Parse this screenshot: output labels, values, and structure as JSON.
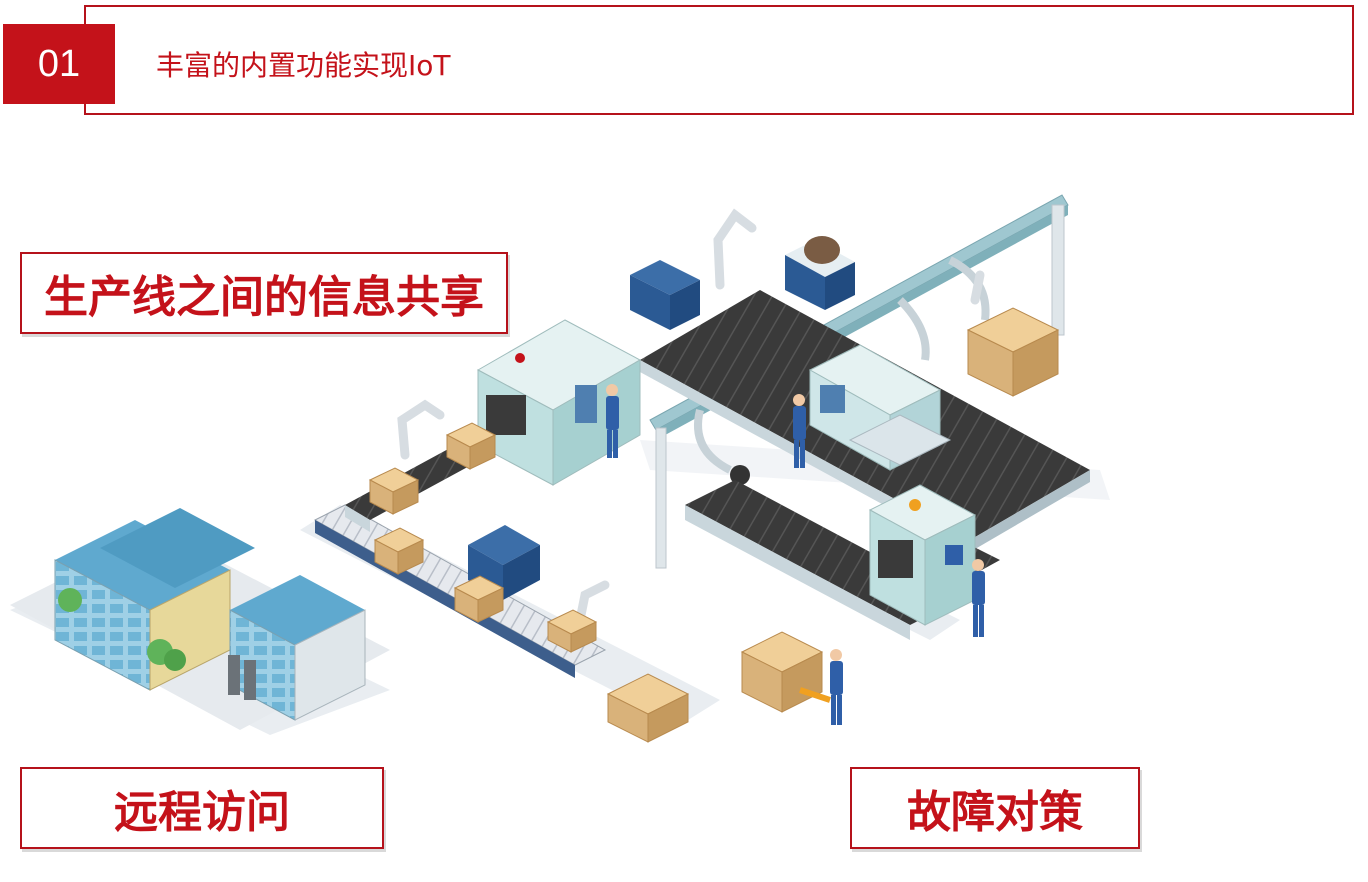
{
  "header": {
    "badge": "01",
    "title": "丰富的内置功能实现IoT"
  },
  "labels": {
    "info_sharing": "生产线之间的信息共享",
    "remote_access": "远程访问",
    "fault_handling": "故障对策"
  },
  "colors": {
    "brand_red": "#c4121a",
    "conveyor": "#3d3d3d",
    "machine": "#bfe0e0",
    "box": "#d9b27a",
    "worker": "#2f5fa8"
  }
}
